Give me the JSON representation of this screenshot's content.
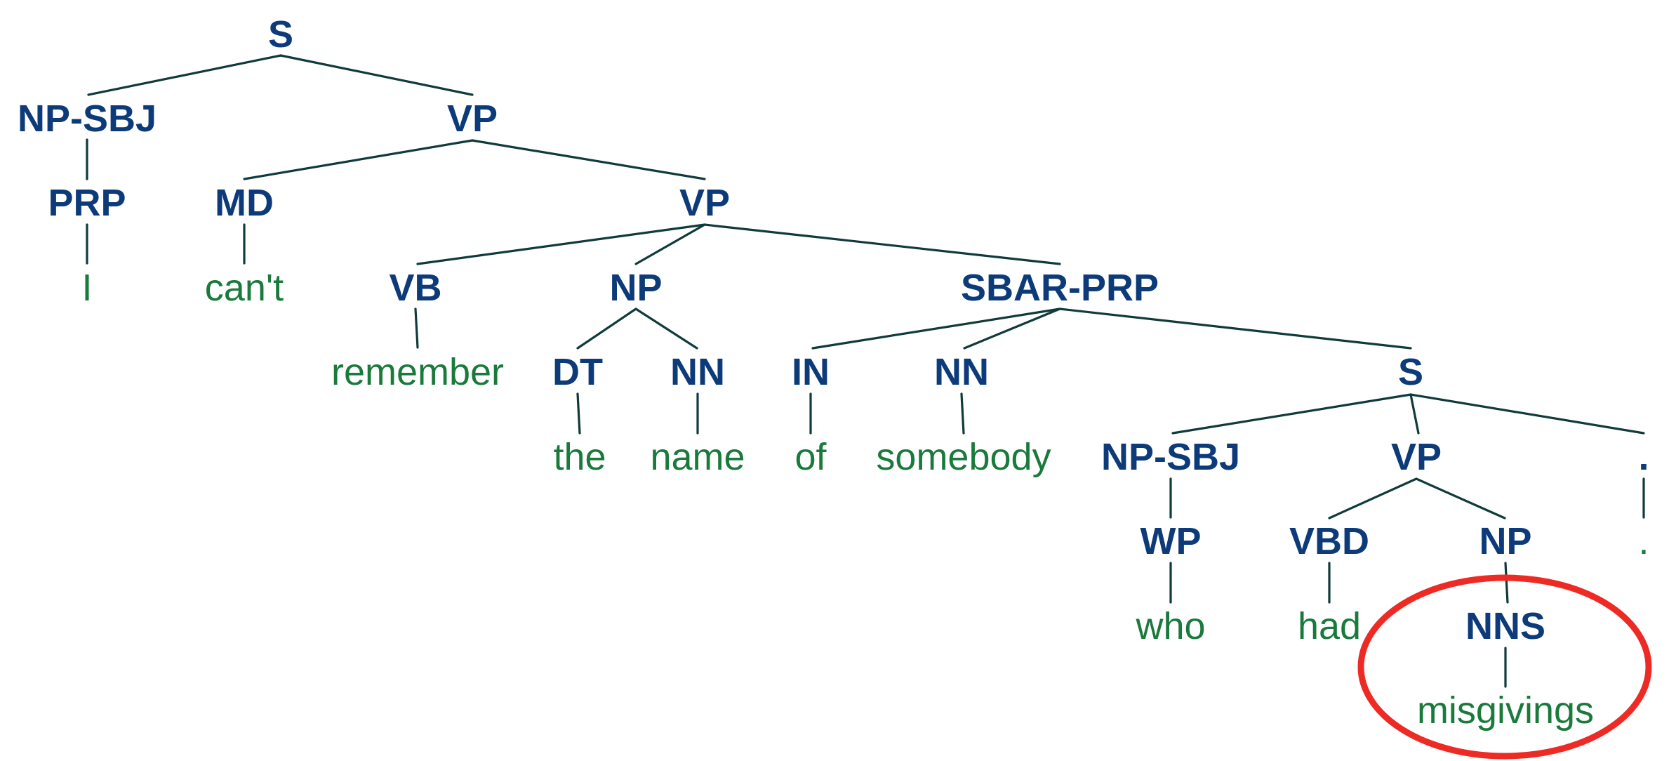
{
  "colors": {
    "tag": "#0d3b7a",
    "word": "#1a7a3c",
    "edge": "#0f3b3a",
    "highlight": "#ee2a24"
  },
  "tree": {
    "nodes": {
      "s_root": "S",
      "np_sbj_1": "NP-SBJ",
      "vp_1": "VP",
      "prp": "PRP",
      "w_i": "I",
      "md": "MD",
      "w_cant": "can't",
      "vp_2": "VP",
      "vb": "VB",
      "w_remember": "remember",
      "np_1": "NP",
      "dt": "DT",
      "w_the": "the",
      "nn_1": "NN",
      "w_name": "name",
      "sbar_prp": "SBAR-PRP",
      "in": "IN",
      "w_of": "of",
      "nn_2": "NN",
      "w_somebody": "somebody",
      "s_inner": "S",
      "np_sbj_2": "NP-SBJ",
      "wp": "WP",
      "w_who": "who",
      "vp_3": "VP",
      "vbd": "VBD",
      "w_had": "had",
      "np_2": "NP",
      "nns": "NNS",
      "w_misgivings": "misgivings",
      "punct_tag": ".",
      "w_period": "."
    }
  }
}
